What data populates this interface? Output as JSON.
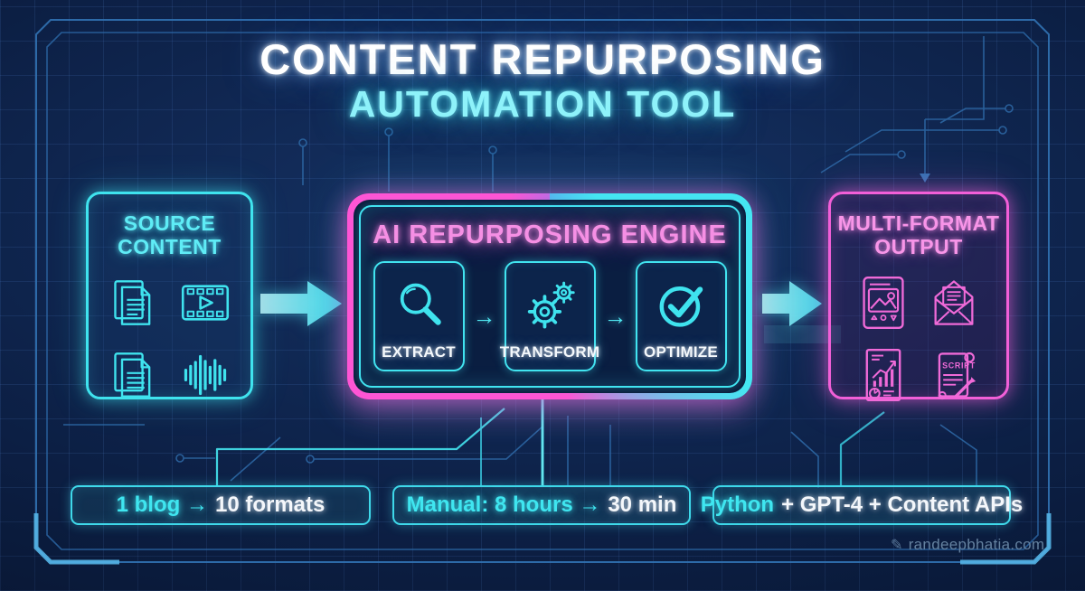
{
  "title": {
    "line1": "CONTENT REPURPOSING",
    "line2": "AUTOMATION TOOL"
  },
  "panels": {
    "source": {
      "title_line1": "SOURCE",
      "title_line2": "CONTENT",
      "icons": [
        {
          "name": "document-stack-icon"
        },
        {
          "name": "video-file-icon"
        },
        {
          "name": "text-document-icon"
        },
        {
          "name": "audio-waveform-icon"
        }
      ]
    },
    "engine": {
      "title": "AI REPURPOSING ENGINE",
      "step_arrow": "→",
      "steps": [
        {
          "label": "EXTRACT",
          "icon": "magnifier-icon"
        },
        {
          "label": "TRANSFORM",
          "icon": "gears-icon"
        },
        {
          "label": "OPTIMIZE",
          "icon": "check-circle-icon"
        }
      ]
    },
    "output": {
      "title_line1": "MULTI-FORMAT",
      "title_line2": "OUTPUT",
      "script_label": "SCRIPT",
      "icons": [
        {
          "name": "social-post-icon"
        },
        {
          "name": "email-newsletter-icon"
        },
        {
          "name": "analytics-report-icon"
        },
        {
          "name": "script-scroll-icon"
        }
      ]
    }
  },
  "stats": [
    {
      "highlight": "1 blog →",
      "rest": "10 formats"
    },
    {
      "highlight": "Manual: 8 hours →",
      "rest": "30 min"
    },
    {
      "highlight": "Python",
      "rest": "+ GPT-4 + Content APIs"
    }
  ],
  "watermark": {
    "text": "randeepbhatia.com",
    "icon_glyph": "✎"
  },
  "colors": {
    "background": "#0c1f44",
    "cyan": "#41e4f0",
    "pink": "#f25fd8",
    "title_white": "#ffffff",
    "muted_trace": "#2e6aa8"
  }
}
